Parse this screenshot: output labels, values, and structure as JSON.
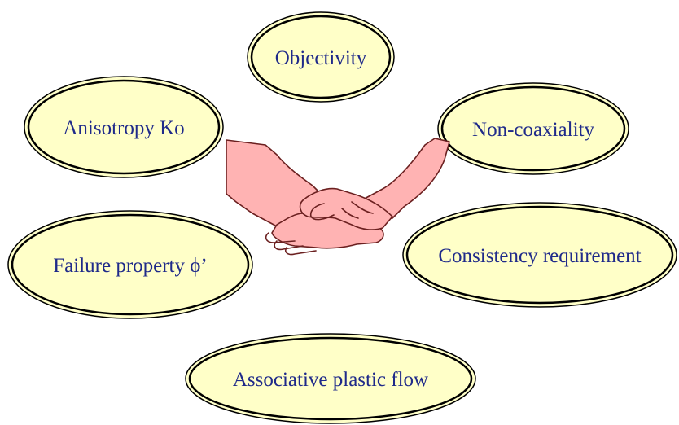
{
  "colors": {
    "bubble_fill": "#FFFFC8",
    "bubble_stroke": "#000000",
    "text": "#1F2A8A",
    "hand_fill": "#FFB3B3",
    "hand_stroke": "#6B2020"
  },
  "bubbles": [
    {
      "id": "objectivity",
      "label": "Objectivity"
    },
    {
      "id": "anisotropy",
      "label": "Anisotropy Ko"
    },
    {
      "id": "non-coaxiality",
      "label": "Non-coaxiality"
    },
    {
      "id": "failure",
      "label": "Failure property ϕ’"
    },
    {
      "id": "consistency",
      "label": "Consistency requirement"
    },
    {
      "id": "associative",
      "label": "Associative plastic flow"
    }
  ],
  "center_icon": "handshake-icon"
}
